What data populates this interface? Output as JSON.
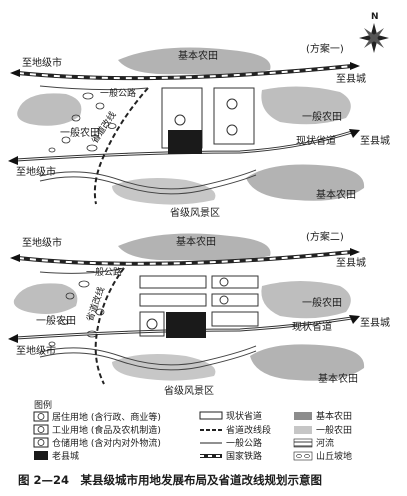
{
  "compass": {
    "north": "N"
  },
  "plan1": {
    "title": "(方案一)",
    "basic_farmland": "基本农田",
    "to_prefecture_top": "至地级市",
    "to_county_top": "至县城",
    "general_road": "一般公路",
    "provincial_reroute": "省道改线",
    "general_farmland_left": "一般农田",
    "general_farmland_right": "一般农田",
    "current_provincial_road": "现状省道",
    "to_county_mid": "至县城",
    "to_prefecture_mid": "至地级市",
    "basic_farmland_right": "基本农田",
    "scenic_area": "省级风景区"
  },
  "plan2": {
    "title": "(方案二)",
    "basic_farmland": "基本农田",
    "to_prefecture_top": "至地级市",
    "to_county_top": "至县城",
    "general_road": "一般公路",
    "provincial_reroute": "省道改线",
    "general_farmland_left": "一般农田",
    "general_farmland_right": "一般农田",
    "current_provincial_road": "现状省道",
    "to_county_mid": "至县城",
    "to_prefecture_mid": "至地级市",
    "basic_farmland_right": "基本农田",
    "scenic_area": "省级风景区"
  },
  "legend": {
    "title": "图例",
    "residential": "居住用地 (含行政、商业等)",
    "industrial": "工业用地 (食品及农机制造)",
    "warehouse": "仓储用地 (含对内对外物流)",
    "old_town": "老县城",
    "current_road": "现状省道",
    "reroute": "省道改线段",
    "general_road": "一般公路",
    "railway": "国家铁路",
    "basic_farmland": "基本农田",
    "general_farmland": "一般农田",
    "river": "河流",
    "hills": "山丘坡地"
  },
  "caption": "图 2—24　某县级城市用地发展布局及省道改线规划示意图"
}
